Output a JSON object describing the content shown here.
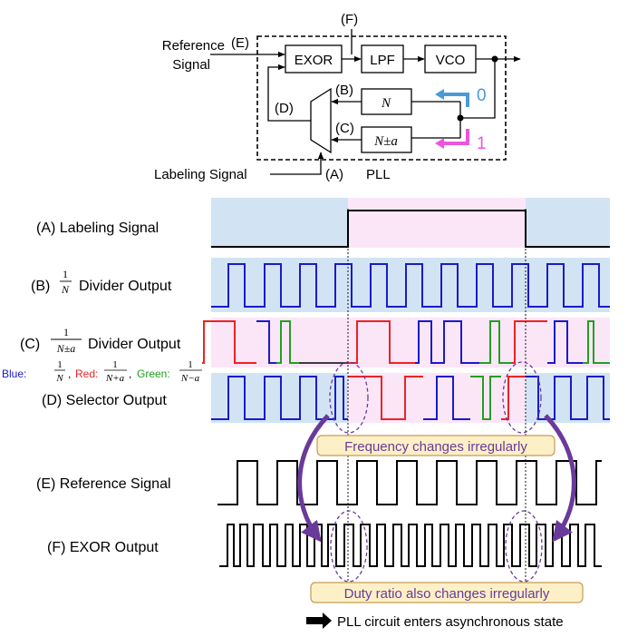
{
  "block": {
    "exor": "EXOR",
    "lpf": "LPF",
    "vco": "VCO",
    "div_n": "N",
    "div_npa": "N±a",
    "reference_signal_1": "Reference",
    "reference_signal_2": "Signal",
    "labeling_signal": "Labeling Signal",
    "pll": "PLL",
    "zero": "0",
    "one": "1",
    "tag_a": "(A)",
    "tag_b": "(B)",
    "tag_c": "(C)",
    "tag_d": "(D)",
    "tag_e": "(E)",
    "tag_f": "(F)"
  },
  "rows": {
    "a": "(A) Labeling Signal",
    "b_prefix": "(B)",
    "b_suffix": "Divider Output",
    "c_prefix": "(C)",
    "c_suffix": "Divider Output",
    "d": "(D) Selector Output",
    "e": "(E) Reference Signal",
    "f": "(F) EXOR Output",
    "frac_num": "1",
    "frac_den_n": "N",
    "frac_den_npa": "N±a",
    "frac_den_plus": "N+a",
    "frac_den_minus": "N−a"
  },
  "legend": {
    "blue": "Blue:",
    "red": "Red:",
    "green": "Green:"
  },
  "annotations": {
    "freq": "Frequency changes irregularly",
    "duty": "Duty ratio also changes irregularly",
    "async": "PLL circuit enters asynchronous state"
  },
  "colors": {
    "blue_signal": "#1a1acc",
    "red_signal": "#ee2222",
    "green_signal": "#22a022",
    "band_blue": "#d2e4f4",
    "band_pink": "#fbe6f8",
    "arrow_purple": "#6a3a9a",
    "zero_arrow": "#4a9ad8",
    "one_arrow": "#ee55dd",
    "callout_fill": "#fdf0c6",
    "callout_border": "#c79a55"
  }
}
